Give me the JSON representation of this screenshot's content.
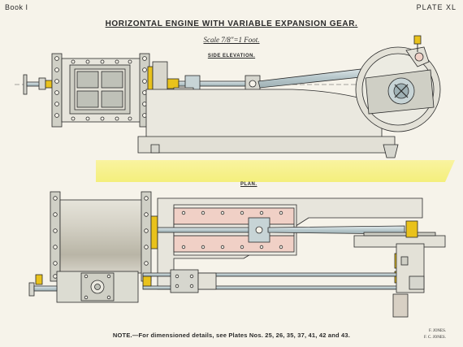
{
  "header": {
    "book": "Book I",
    "plate": "PLATE XL"
  },
  "title": "HORIZONTAL ENGINE WITH VARIABLE EXPANSION GEAR.",
  "scale": "Scale 7/8\"=1 Foot.",
  "views": {
    "side": "SIDE ELEVATION.",
    "plan": "PLAN."
  },
  "note": "NOTE.—For dimensioned details, see Plates Nos. 25, 26, 35, 37, 41, 42 and 43.",
  "signatures": [
    "F. JONES.",
    "F. C. JONES."
  ],
  "colors": {
    "paper": "#f6f3ea",
    "steel": "#c7d4d6",
    "cast_iron": "#dcdcd2",
    "brass": "#e9c21c",
    "copper": "#f0d0c6",
    "floor": "#f7f18a",
    "line": "#2a2a2a"
  }
}
